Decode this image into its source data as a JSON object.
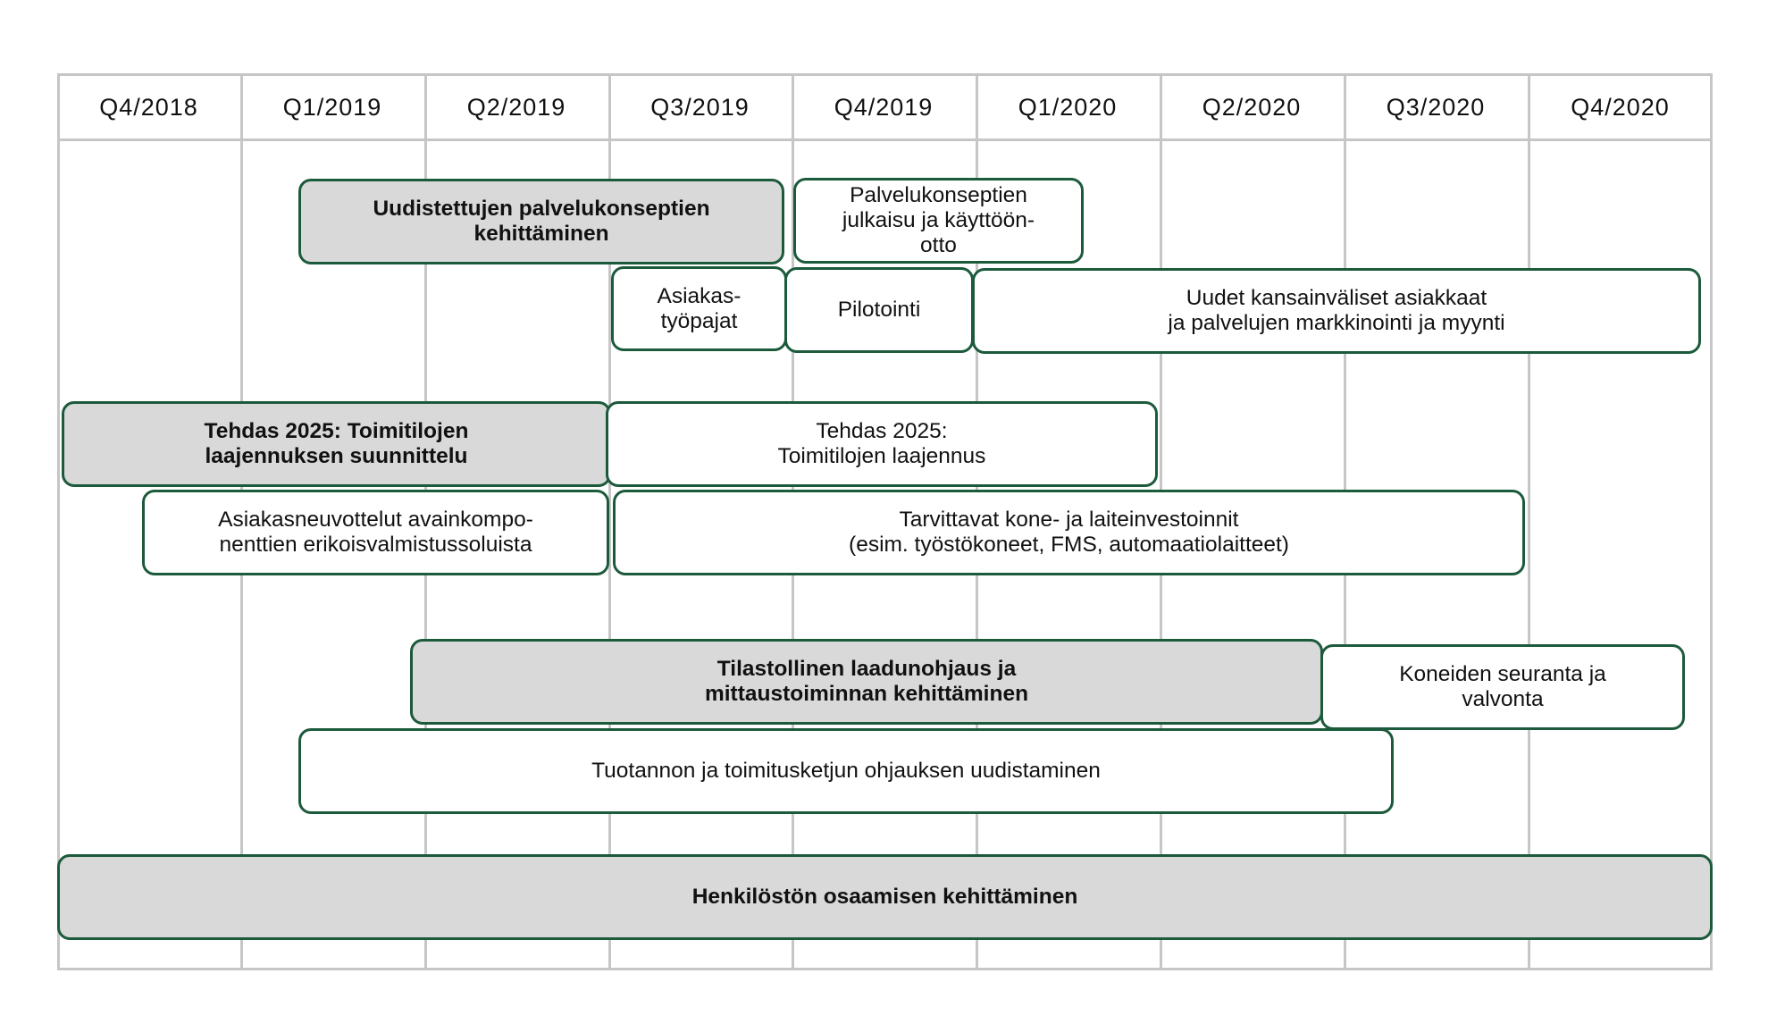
{
  "quarters": [
    "Q4/2018",
    "Q1/2019",
    "Q2/2019",
    "Q3/2019",
    "Q4/2019",
    "Q1/2020",
    "Q2/2020",
    "Q3/2020",
    "Q4/2020"
  ],
  "colors": {
    "border": "#1c5a3c",
    "shaded_fill": "#d9d9d9",
    "grid": "#c6c6c6"
  },
  "tasks": [
    {
      "label": "Uudistettujen palvelukonseptien\nkehittäminen",
      "style": "shaded"
    },
    {
      "label": "Palvelukonseptien\njulkaisu ja käyttöön-\notto",
      "style": "plain"
    },
    {
      "label": "Asiakas-\ntyöpajat",
      "style": "plain"
    },
    {
      "label": "Pilotointi",
      "style": "plain"
    },
    {
      "label": "Uudet kansainväliset asiakkaat\nja palvelujen markkinointi ja myynti",
      "style": "plain"
    },
    {
      "label": "Tehdas 2025: Toimitilojen\nlaajennuksen suunnittelu",
      "style": "shaded"
    },
    {
      "label": "Tehdas 2025:\nToimitilojen laajennus",
      "style": "plain"
    },
    {
      "label": "Asiakasneuvottelut avainkompo-\nnenttien erikoisvalmistussoluista",
      "style": "plain"
    },
    {
      "label": "Tarvittavat kone- ja laiteinvestoinnit\n(esim. työstökoneet, FMS, automaatiolaitteet)",
      "style": "plain"
    },
    {
      "label": "Tilastollinen laadunohjaus ja\nmittaustoiminnan kehittäminen",
      "style": "shaded"
    },
    {
      "label": "Koneiden seuranta ja\nvalvonta",
      "style": "plain"
    },
    {
      "label": "Tuotannon ja toimitusketjun ohjauksen uudistaminen",
      "style": "plain"
    },
    {
      "label": "Henkilöstön osaamisen kehittäminen",
      "style": "shaded"
    }
  ]
}
